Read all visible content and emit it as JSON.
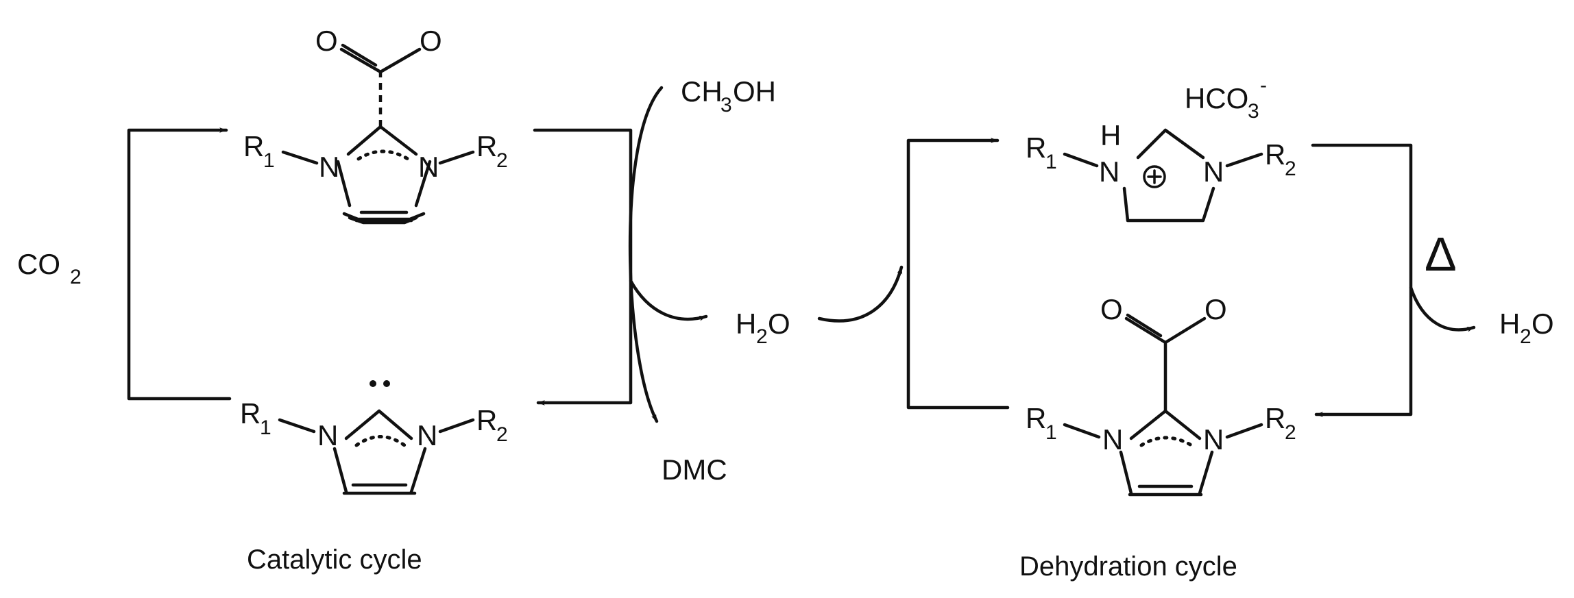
{
  "labels": {
    "co2": "CO",
    "co2_sub": "2",
    "ch3oh_a": "CH",
    "ch3oh_sub": "3",
    "ch3oh_b": "OH",
    "water_sub": "2",
    "water_h": "H",
    "water_o": "O",
    "dmc": "DMC",
    "hco3_a": "HCO",
    "hco3_sub": "3",
    "hco3_sup": "-",
    "delta": "Δ",
    "oxygen": "O",
    "nitrogen": "N",
    "hydrogen": "H",
    "r": "R",
    "r1_sub": "1",
    "r2_sub": "2",
    "plus": "+"
  },
  "captions": {
    "catalytic": "Catalytic cycle",
    "dehydration": "Dehydration cycle"
  }
}
